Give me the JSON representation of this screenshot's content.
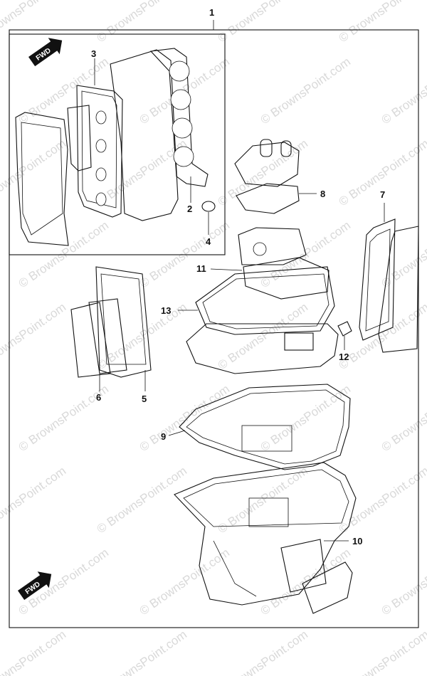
{
  "diagram": {
    "callouts": [
      {
        "id": "1",
        "label": "1"
      },
      {
        "id": "2",
        "label": "2"
      },
      {
        "id": "3",
        "label": "3"
      },
      {
        "id": "4",
        "label": "4"
      },
      {
        "id": "5",
        "label": "5"
      },
      {
        "id": "6",
        "label": "6"
      },
      {
        "id": "7",
        "label": "7"
      },
      {
        "id": "8",
        "label": "8"
      },
      {
        "id": "9",
        "label": "9"
      },
      {
        "id": "10",
        "label": "10"
      },
      {
        "id": "11",
        "label": "11"
      },
      {
        "id": "12",
        "label": "12"
      },
      {
        "id": "13",
        "label": "13"
      }
    ],
    "fwd_label_top": "FWD",
    "fwd_label_bottom": "FWD",
    "watermark": "© BrownsPoint.com"
  }
}
